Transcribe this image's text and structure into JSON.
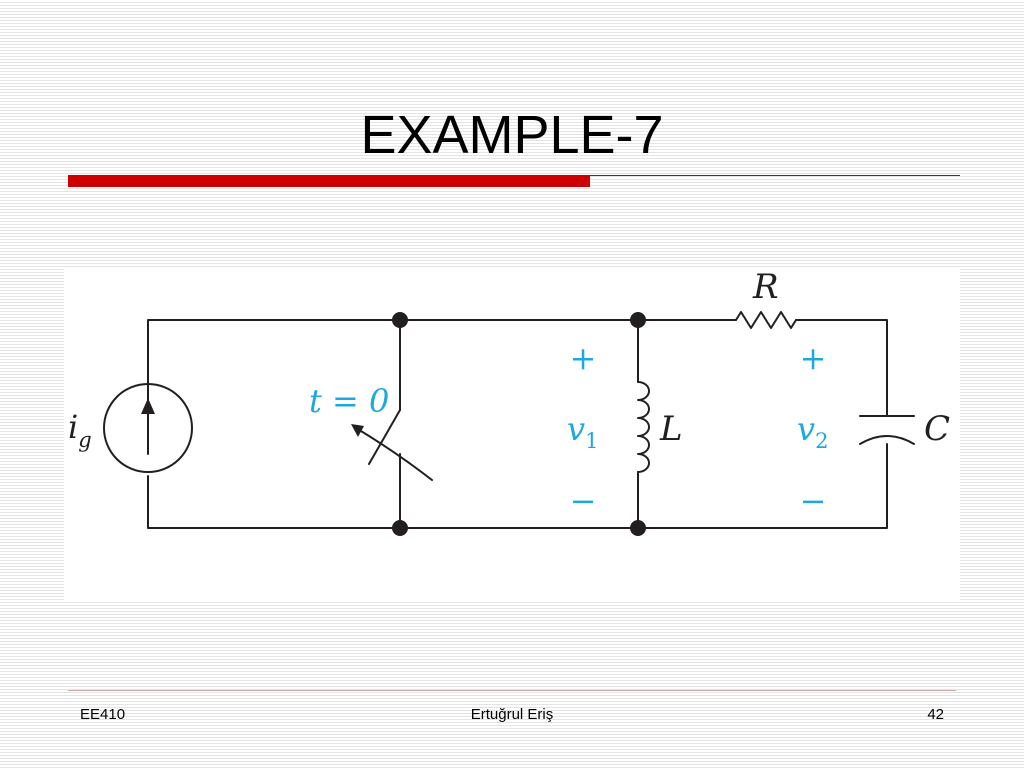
{
  "slide": {
    "title": "EXAMPLE-7",
    "accent_color": "#cc0000",
    "footer": {
      "left": "EE410",
      "center": "Ertuğrul Eriş",
      "right": "42"
    }
  },
  "circuit": {
    "colors": {
      "wire": "#231f20",
      "label": "#1ea8e0"
    },
    "labels": {
      "source_symbol": "i",
      "source_subscript": "g",
      "switch_label": "t = 0",
      "inductor_label": "L",
      "resistor_label": "R",
      "capacitor_label": "C",
      "v1_symbol": "v",
      "v1_subscript": "1",
      "v2_symbol": "v",
      "v2_subscript": "2",
      "plus_sign": "+",
      "minus_sign": "−"
    }
  }
}
